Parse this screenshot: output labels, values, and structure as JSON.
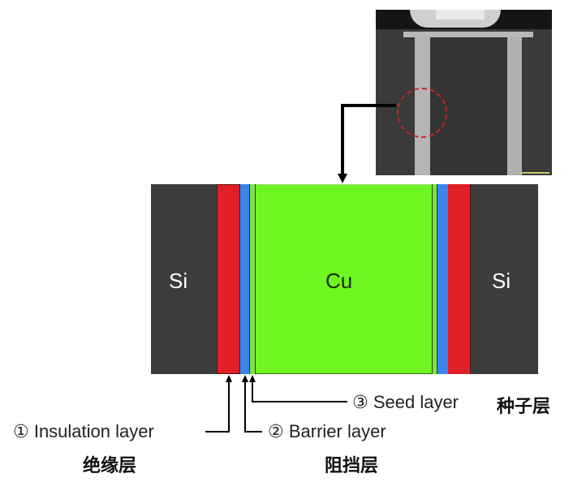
{
  "figure": {
    "sem_image": {
      "description": "SEM cross-section of through-silicon via",
      "highlight": "dashed-circle"
    },
    "cross_section": {
      "layers": [
        {
          "name": "Si",
          "color": "#3c3c3c"
        },
        {
          "name": "Insulation",
          "color": "#e01f26"
        },
        {
          "name": "Barrier",
          "color": "#3a85f0"
        },
        {
          "name": "Seed",
          "color": "#6fe23a"
        },
        {
          "name": "Cu",
          "color": "#6ff520"
        }
      ],
      "si_left_label": "Si",
      "cu_label": "Cu",
      "si_right_label": "Si"
    },
    "annotations": {
      "insulation": {
        "en": "① Insulation layer",
        "zh": "绝缘层"
      },
      "barrier": {
        "en": "② Barrier layer",
        "zh": "阻挡层"
      },
      "seed": {
        "en": "③ Seed layer",
        "zh": "种子层"
      }
    }
  }
}
